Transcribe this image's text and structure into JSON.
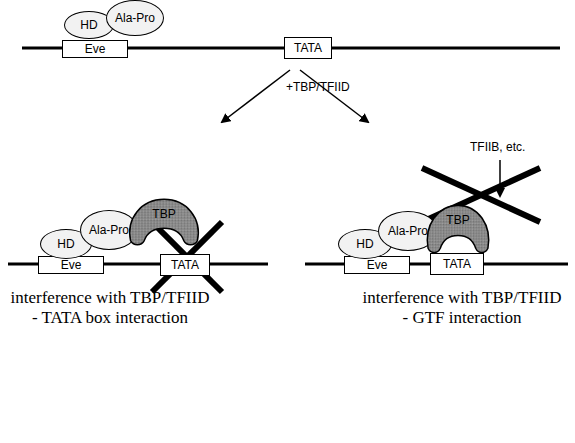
{
  "diagram": {
    "nodes": [
      {
        "text": [
          "Eve"
        ]
      },
      {
        "text": [
          "TATA"
        ]
      },
      {
        "text": [
          "HD"
        ]
      },
      {
        "text": [
          "Ala-Pro"
        ]
      },
      {
        "text": [
          "Eve"
        ]
      },
      {
        "text": [
          "TATA"
        ]
      },
      {
        "text": [
          "HD"
        ]
      },
      {
        "text": [
          "Ala-Pro"
        ]
      },
      {
        "text": [
          "TBP"
        ]
      },
      {
        "text": [
          "Eve"
        ]
      },
      {
        "text": [
          "TATA"
        ]
      },
      {
        "text": [
          "HD"
        ]
      },
      {
        "text": [
          "Ala-Pro"
        ]
      },
      {
        "text": [
          "TBP"
        ]
      }
    ],
    "labels": [
      "+TBP/TFIID",
      "TFIIB, etc.",
      "interference with TBP/TFIID - TATA box interaction",
      "interference with TBP/TFIID - GTF interaction"
    ]
  }
}
